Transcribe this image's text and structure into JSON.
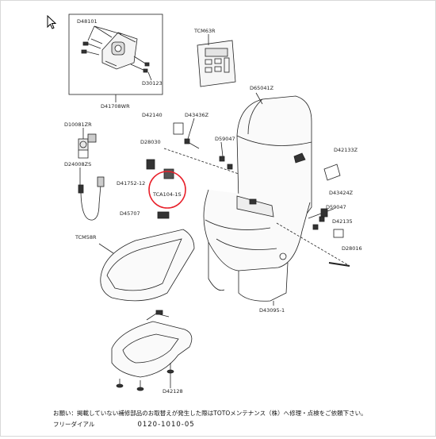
{
  "labels": {
    "d48101": "D48101",
    "d30123": "D30123",
    "d41708wr": "D41708WR",
    "tcm63r": "TCM63R",
    "d65041z": "D65041Z",
    "d42140": "D42140",
    "d43436z": "D43436Z",
    "d10081zr": "D10081ZR",
    "d28030": "D28030",
    "d59047a": "D59047",
    "d42133z": "D42133Z",
    "d24008zs": "D24008ZS",
    "d41752": "D41752-12",
    "tca104": "TCA104-1S",
    "d43424z": "D43424Z",
    "d59047b": "D59047",
    "d45707": "D45707",
    "d42135": "D42135",
    "tcm58r": "TCM58R",
    "d28016": "D28016",
    "d43095": "D43095-1",
    "d42128": "D42128"
  },
  "footer": {
    "note_line1": "お願い：掲載していない補修部品のお取替えが発生した際はTOTOメンテナンス（株）へ修理・点検をご依頼下さい。",
    "note_line2_label": "フリーダイアル",
    "note_line2_tel": "0120-1010-05"
  },
  "colors": {
    "line": "#222222",
    "highlight": "#e8202a",
    "background": "#ffffff"
  },
  "icons": {
    "cursor": "arrow-cursor-icon"
  }
}
